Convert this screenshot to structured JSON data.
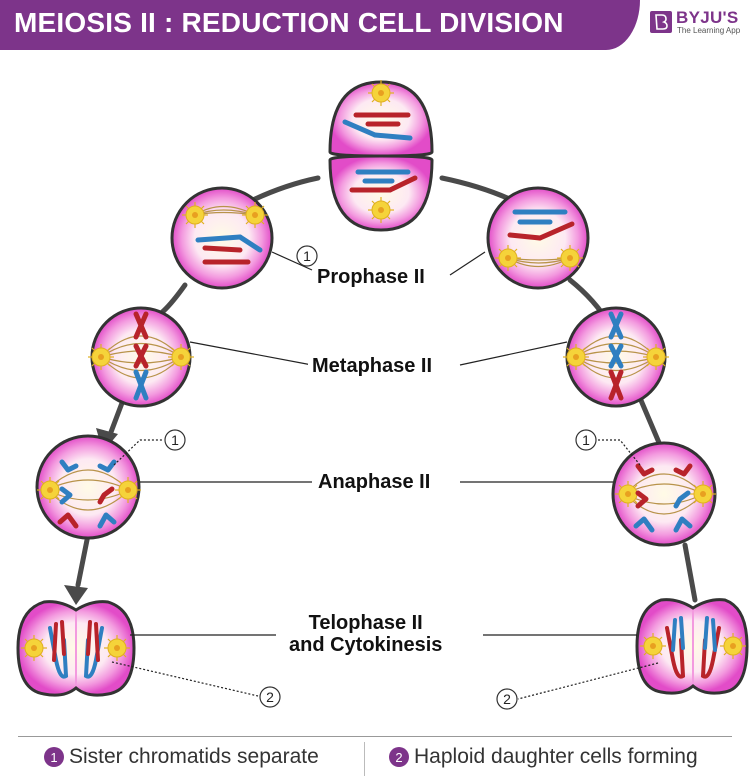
{
  "header": {
    "title": "MEIOSIS II : REDUCTION CELL DIVISION",
    "brand_name": "BYJU'S",
    "brand_tagline": "The Learning App",
    "brand_color": "#7d348a"
  },
  "phases": [
    {
      "id": "prophase",
      "label": "Prophase II"
    },
    {
      "id": "metaphase",
      "label": "Metaphase II"
    },
    {
      "id": "anaphase",
      "label": "Anaphase II"
    },
    {
      "id": "telophase",
      "label_line1": "Telophase II",
      "label_line2": "and Cytokinesis"
    }
  ],
  "callouts": {
    "one": "1",
    "two": "2"
  },
  "legend": [
    {
      "number": "1",
      "text": "Sister chromatids separate"
    },
    {
      "number": "2",
      "text": "Haploid daughter cells forming"
    }
  ],
  "colors": {
    "cell_membrane": "#333333",
    "cytoplasm_outer": "#e84fd0",
    "cytoplasm_inner": "#fffbe6",
    "chromosome_red": "#b8232a",
    "chromosome_blue": "#2f7fc1",
    "centrosome": "#f5d33a",
    "spindle": "#b8934a",
    "path_line": "#4a4a4a"
  }
}
